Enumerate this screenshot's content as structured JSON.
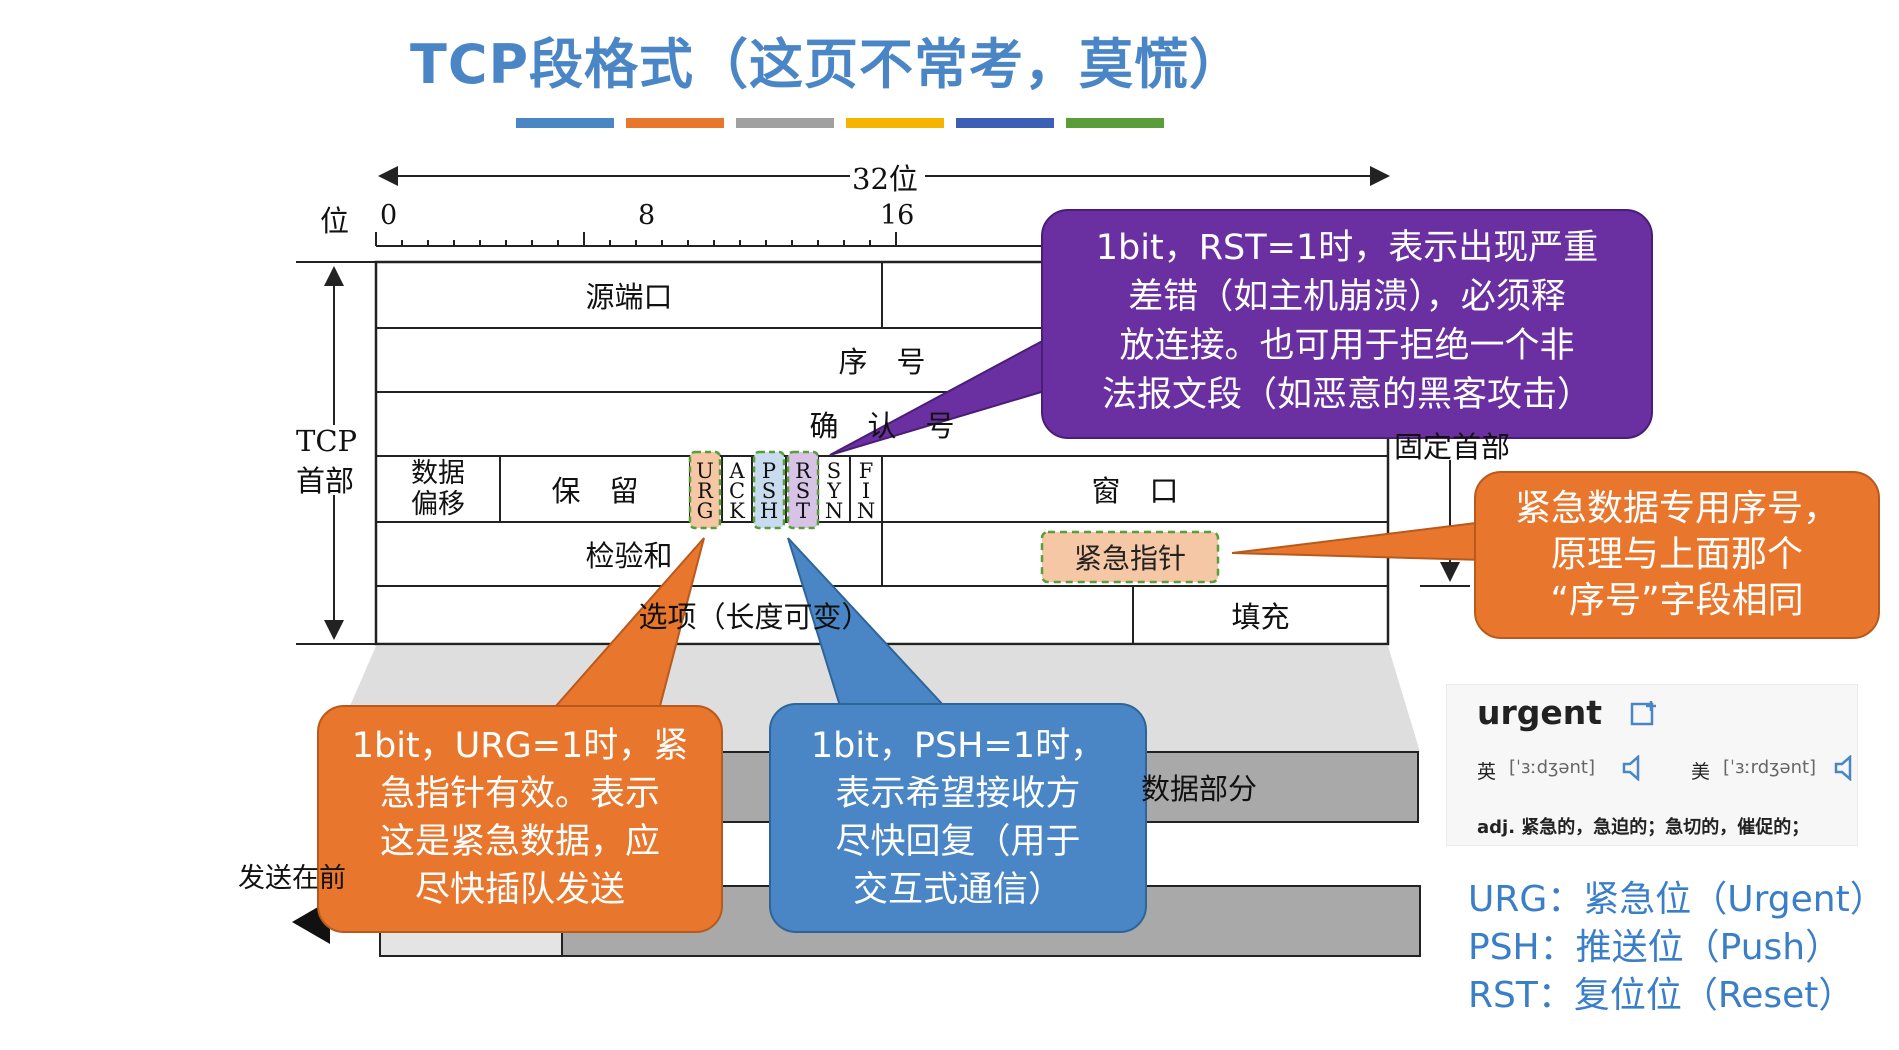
{
  "title": "TCP段格式（这页不常考，莫慌）",
  "stripe_colors": [
    "#4a86c5",
    "#e8762d",
    "#a0a0a0",
    "#f4b400",
    "#3a5fb5",
    "#5a9e3a"
  ],
  "diagram": {
    "width_label": "32位",
    "bit_label": "位",
    "bit_ticks": [
      "0",
      "8",
      "16"
    ],
    "header_label_line1": "TCP",
    "header_label_line2": "首部",
    "fixed_header_label": "固定首部",
    "fields": {
      "src_port": "源端口",
      "seq": "序　号",
      "ack": "确　认　号",
      "offset_line1": "数据",
      "offset_line2": "偏移",
      "reserved": "保　留",
      "window": "窗　口",
      "checksum": "检验和",
      "urgent_ptr": "紧急指针",
      "options": "选项（长度可变）",
      "padding": "填充"
    },
    "flags": [
      {
        "name": "URG",
        "chars": [
          "U",
          "R",
          "G"
        ]
      },
      {
        "name": "ACK",
        "chars": [
          "A",
          "C",
          "K"
        ]
      },
      {
        "name": "PSH",
        "chars": [
          "P",
          "S",
          "H"
        ]
      },
      {
        "name": "RST",
        "chars": [
          "R",
          "S",
          "T"
        ]
      },
      {
        "name": "SYN",
        "chars": [
          "S",
          "Y",
          "N"
        ]
      },
      {
        "name": "FIN",
        "chars": [
          "F",
          "I",
          "N"
        ]
      }
    ],
    "data_part": "数据部分",
    "sender": "发送在前"
  },
  "callouts": {
    "rst": [
      "1bit，RST=1时，表示出现严重",
      "差错（如主机崩溃），必须释",
      "放连接。也可用于拒绝一个非",
      "法报文段（如恶意的黑客攻击）"
    ],
    "urgent_ptr": [
      "紧急数据专用序号，",
      "原理与上面那个",
      "“序号”字段相同"
    ],
    "urg": [
      "1bit，URG=1时，紧",
      "急指针有效。表示",
      "这是紧急数据，应",
      "尽快插队发送"
    ],
    "psh": [
      "1bit，PSH=1时，",
      "表示希望接收方",
      "尽快回复（用于",
      "交互式通信）"
    ]
  },
  "dictionary": {
    "word": "urgent",
    "uk_label": "英",
    "uk_ipa": "[ˈɜːdʒənt]",
    "us_label": "美",
    "us_ipa": "[ˈɜːrdʒənt]",
    "definition": "adj. 紧急的，急迫的；急切的，催促的；",
    "bookmark_icon": "bookmark-add-icon",
    "speaker_icon": "speaker-icon"
  },
  "legend": [
    "URG：紧急位（Urgent）",
    "PSH：推送位（Push）",
    "RST：复位位（Reset）"
  ],
  "colors": {
    "purple": "#6a2fa0",
    "orange": "#e8762d",
    "blue": "#4a86c5",
    "legend_text": "#3a7ec8"
  }
}
